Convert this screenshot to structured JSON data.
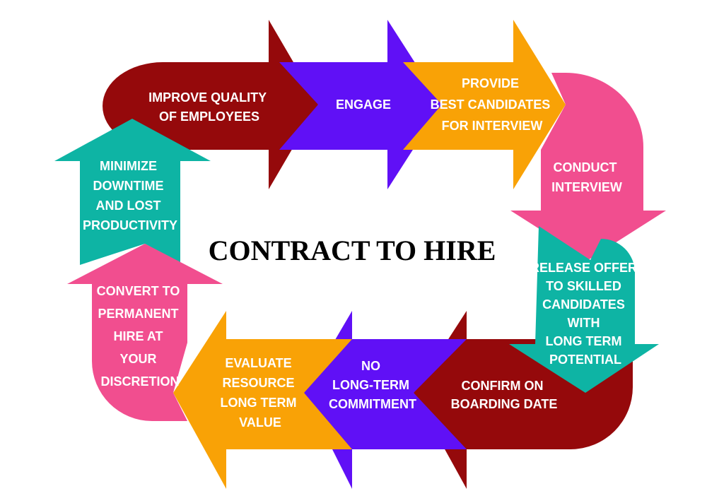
{
  "title": "CONTRACT TO HIRE",
  "colors": {
    "maroon": "#95090B",
    "purple": "#6010F6",
    "orange": "#F9A206",
    "pink": "#F14E8F",
    "teal": "#0EB4A4"
  },
  "steps": [
    {
      "id": "improve",
      "lines": [
        "IMPROVE QUALITY",
        "OF EMPLOYEES"
      ],
      "color": "maroon"
    },
    {
      "id": "engage",
      "lines": [
        "ENGAGE"
      ],
      "color": "purple"
    },
    {
      "id": "provide",
      "lines": [
        "PROVIDE",
        "BEST CANDIDATES",
        "FOR INTERVIEW"
      ],
      "color": "orange"
    },
    {
      "id": "conduct",
      "lines": [
        "CONDUCT",
        "INTERVIEW"
      ],
      "color": "pink"
    },
    {
      "id": "release",
      "lines": [
        "RELEASE OFFER",
        "TO SKILLED",
        "CANDIDATES",
        "WITH",
        "LONG TERM",
        "POTENTIAL"
      ],
      "color": "teal"
    },
    {
      "id": "confirm",
      "lines": [
        "CONFIRM ON",
        "BOARDING DATE"
      ],
      "color": "maroon"
    },
    {
      "id": "no-commitment",
      "lines": [
        "NO",
        "LONG-TERM",
        "COMMITMENT"
      ],
      "color": "purple"
    },
    {
      "id": "evaluate",
      "lines": [
        "EVALUATE",
        "RESOURCE",
        "LONG TERM",
        "VALUE"
      ],
      "color": "orange"
    },
    {
      "id": "convert",
      "lines": [
        "CONVERT TO",
        "PERMANENT",
        "HIRE AT",
        "YOUR",
        "DISCRETION"
      ],
      "color": "pink"
    },
    {
      "id": "minimize",
      "lines": [
        "MINIMIZE",
        "DOWNTIME",
        "AND LOST",
        "PRODUCTIVITY"
      ],
      "color": "teal"
    }
  ]
}
